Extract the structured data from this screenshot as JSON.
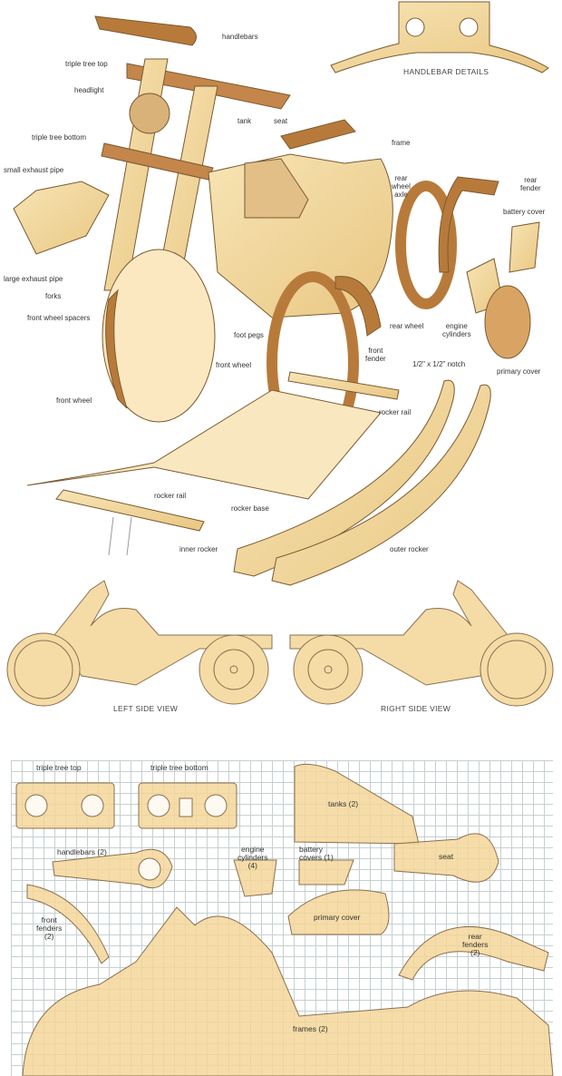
{
  "exploded_view": {
    "labels": {
      "handlebars": "handlebars",
      "handlebar_details": "HANDLEBAR DETAILS",
      "triple_tree_top": "triple tree top",
      "headlight": "headlight",
      "tank": "tank",
      "seat": "seat",
      "triple_tree_bottom": "triple tree bottom",
      "frame": "frame",
      "small_exhaust_pipe": "small exhaust pipe",
      "rear_wheel_axle_1": "rear",
      "rear_wheel_axle_2": "wheel",
      "rear_wheel_axle_3": "axle",
      "rear_fender_1": "rear",
      "rear_fender_2": "fender",
      "battery_cover": "battery cover",
      "large_exhaust_pipe": "large exhaust pipe",
      "forks": "forks",
      "front_wheel_spacers": "front wheel spacers",
      "foot_pegs": "foot pegs",
      "rear_wheel": "rear wheel",
      "engine_cylinders_1": "engine",
      "engine_cylinders_2": "cylinders",
      "front_fender_1": "front",
      "front_fender_2": "fender",
      "notch": "1/2\" x 1/2\" notch",
      "primary_cover": "primary cover",
      "front_wheel_a": "front wheel",
      "front_wheel_b": "front wheel",
      "rocker_rail_a": "rocker rail",
      "rocker_rail_b": "rocker rail",
      "rocker_base": "rocker base",
      "inner_rocker": "inner rocker",
      "outer_rocker": "outer rocker"
    }
  },
  "side_views": {
    "left": "LEFT SIDE VIEW",
    "right": "RIGHT SIDE VIEW"
  },
  "pattern_grid": {
    "triple_tree_top": "triple tree top",
    "triple_tree_bottom": "triple tree bottom",
    "tanks": "tanks (2)",
    "handlebars": "handlebars (2)",
    "engine_cylinders_1": "engine",
    "engine_cylinders_2": "cylinders",
    "engine_cylinders_3": "(4)",
    "battery_covers_1": "battery",
    "battery_covers_2": "covers (1)",
    "seat": "seat",
    "front_fenders_1": "front",
    "front_fenders_2": "fenders",
    "front_fenders_3": "(2)",
    "primary_cover": "primary cover",
    "rear_fenders_1": "rear",
    "rear_fenders_2": "fenders",
    "rear_fenders_3": "(2)",
    "frames": "frames (2)"
  },
  "colors": {
    "wood_light": "#f3d9a0",
    "wood_dark": "#b87a3a",
    "outline": "#7a5a30",
    "grid": "#9aa"
  }
}
